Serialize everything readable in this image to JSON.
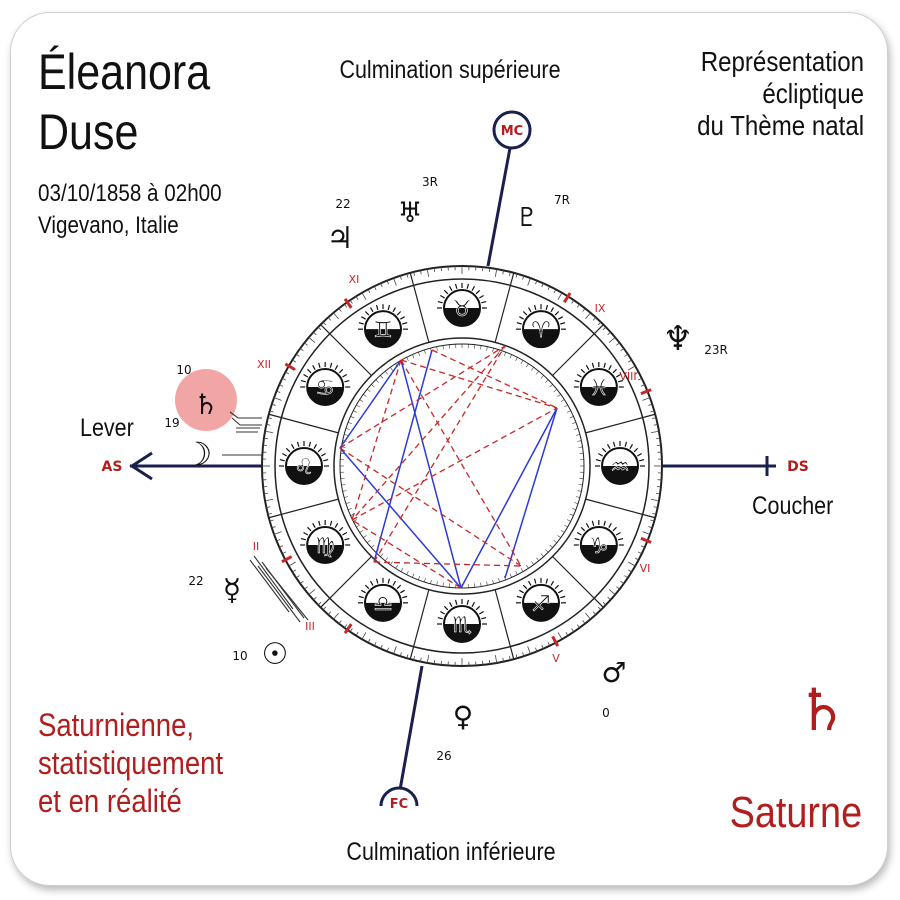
{
  "person": {
    "first_name": "Éleanora",
    "last_name": "Duse",
    "birth_datetime": "03/10/1858 à 02h00",
    "birth_place": "Vigevano, Italie"
  },
  "subtitle": [
    "Représentation",
    "écliptique",
    "du Thème natal"
  ],
  "labels": {
    "top": "Culmination supérieure",
    "bottom": "Culmination inférieure",
    "rising": "Lever",
    "setting": "Coucher"
  },
  "angles": {
    "asc": "AS",
    "desc": "DS",
    "mc": "MC",
    "ic": "FC"
  },
  "houses": [
    "XI",
    "IX",
    "XII",
    "VIII",
    "II",
    "VI",
    "III",
    "V"
  ],
  "zodiac": [
    {
      "name": "gemini",
      "glyph": "♊"
    },
    {
      "name": "taurus",
      "glyph": "♉"
    },
    {
      "name": "aries",
      "glyph": "♈"
    },
    {
      "name": "pisces",
      "glyph": "♓"
    },
    {
      "name": "aquarius",
      "glyph": "♒"
    },
    {
      "name": "capricorn",
      "glyph": "♑"
    },
    {
      "name": "sagittarius",
      "glyph": "♐"
    },
    {
      "name": "scorpio",
      "glyph": "♏"
    },
    {
      "name": "libra",
      "glyph": "♎"
    },
    {
      "name": "virgo",
      "glyph": "♍"
    },
    {
      "name": "leo",
      "glyph": "♌"
    },
    {
      "name": "cancer",
      "glyph": "♋"
    }
  ],
  "planets": [
    {
      "name": "jupiter",
      "glyph": "♃",
      "degree": "22"
    },
    {
      "name": "uranus",
      "glyph": "♅",
      "degree": "3R"
    },
    {
      "name": "pluto",
      "glyph": "♇",
      "degree": "7R"
    },
    {
      "name": "neptune",
      "glyph": "♆",
      "degree": "23R"
    },
    {
      "name": "saturn",
      "glyph": "♄",
      "degree": "10",
      "highlight_color": "#f19b9b"
    },
    {
      "name": "moon",
      "glyph": "☽",
      "degree": "19"
    },
    {
      "name": "mercury",
      "glyph": "☿",
      "degree": "22"
    },
    {
      "name": "sun",
      "glyph": "☉",
      "degree": "10"
    },
    {
      "name": "venus",
      "glyph": "♀",
      "degree": "26"
    },
    {
      "name": "mars",
      "glyph": "♂",
      "degree": "0"
    }
  ],
  "note": [
    "Saturnienne,",
    "statistiquement",
    "et en réalité"
  ],
  "featured_planet": {
    "glyph": "♄",
    "name": "Saturne"
  },
  "colors": {
    "accent": "#b01e1e",
    "axis": "#1a1f4e",
    "trine_lines": "#2b3bd8",
    "square_lines": "#c62828",
    "highlight": "#f19b9b"
  }
}
